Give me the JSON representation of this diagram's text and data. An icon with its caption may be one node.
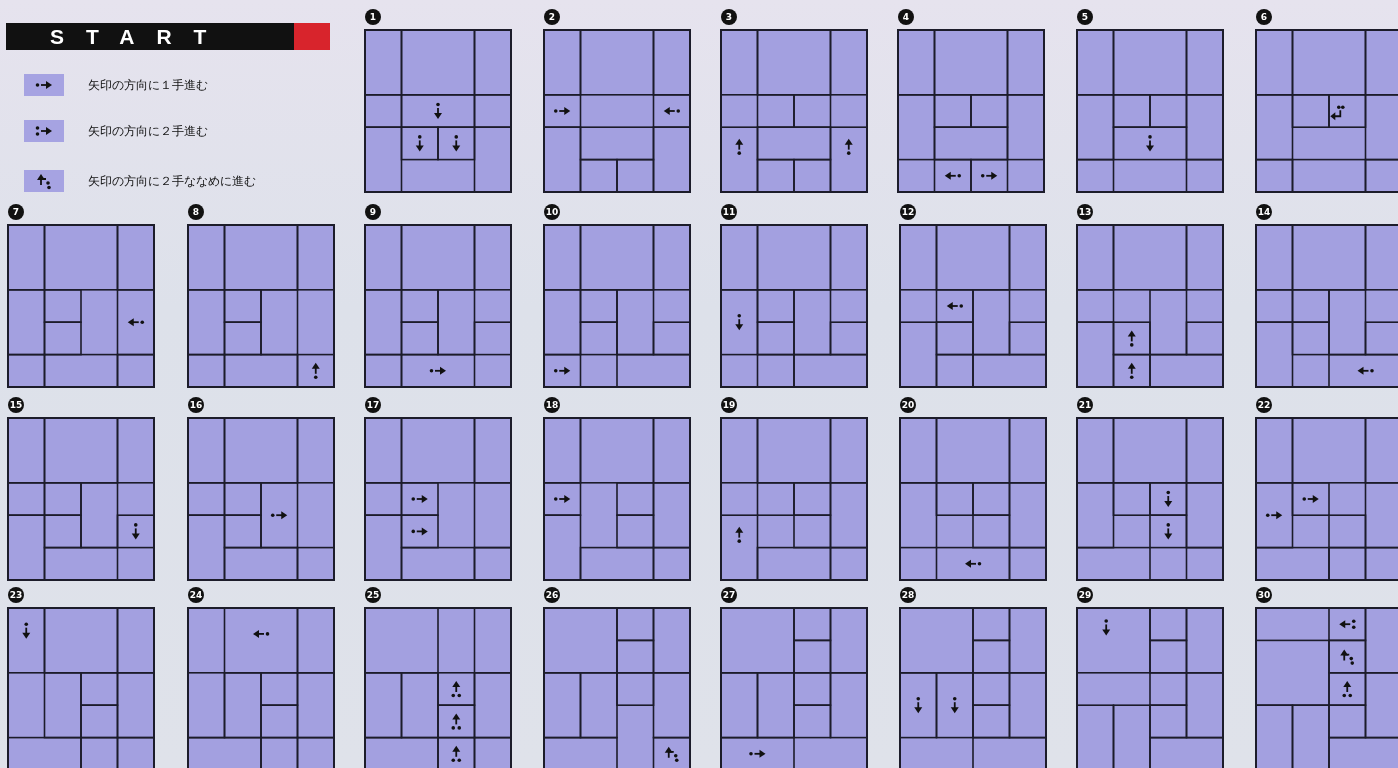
{
  "diagram": {
    "title": "START",
    "labels": [
      "1",
      "2",
      "3",
      "4",
      "5",
      "6",
      "7",
      "8",
      "9",
      "10",
      "11",
      "12",
      "13",
      "14",
      "15",
      "16",
      "17",
      "18",
      "19",
      "20",
      "21",
      "22",
      "23",
      "24",
      "25",
      "26",
      "27",
      "28",
      "29",
      "30"
    ],
    "legend": [
      {
        "text": "矢印の方向に１手進む"
      },
      {
        "text": "矢印の方向に２手進む"
      },
      {
        "text": "矢印の方向に２手ななめに進む"
      }
    ]
  }
}
